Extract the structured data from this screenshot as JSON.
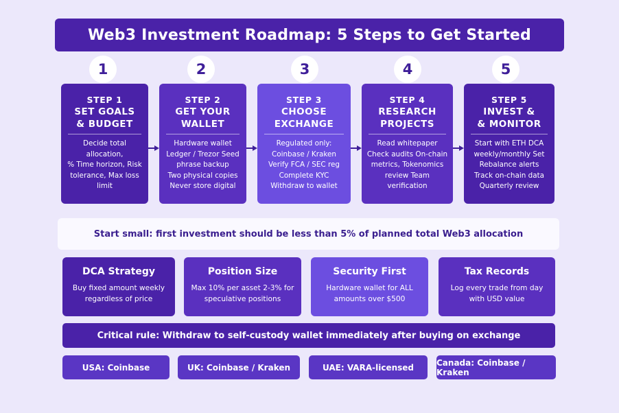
{
  "title": "Web3 Investment Roadmap: 5 Steps to Get Started",
  "steps": [
    {
      "num": "1",
      "label": "STEP 1",
      "title": "SET GOALS\n& BUDGET",
      "desc": "Decide total allocation,\n% Time horizon, Risk\ntolerance, Max loss\nlimit",
      "color": "#4a22a8"
    },
    {
      "num": "2",
      "label": "STEP 2",
      "title": "GET YOUR\nWALLET",
      "desc": "Hardware wallet\nLedger / Trezor Seed\nphrase backup\nTwo physical copies\nNever store digital",
      "color": "#5a30bf"
    },
    {
      "num": "3",
      "label": "STEP 3",
      "title": "CHOOSE\nEXCHANGE",
      "desc": "Regulated only:\nCoinbase / Kraken\nVerify FCA / SEC reg\nComplete KYC\nWithdraw to wallet",
      "color": "#6c4ee0"
    },
    {
      "num": "4",
      "label": "STEP 4",
      "title": "RESEARCH\nPROJECTS",
      "desc": "Read whitepaper\nCheck audits On-chain\nmetrics, Tokenomics\nreview Team\nverification",
      "color": "#5a30bf"
    },
    {
      "num": "5",
      "label": "STEP 5",
      "title": "INVEST &\n& MONITOR",
      "desc": "Start with ETH DCA\nweekly/monthly Set\nRebalance alerts\nTrack on-chain data\nQuarterly review",
      "color": "#4a22a8"
    }
  ],
  "tip": "Start small: first investment should be less than 5% of planned total Web3 allocation",
  "cards": [
    {
      "title": "DCA Strategy",
      "desc": "Buy fixed amount weekly\nregardless of price",
      "color": "#4a22a8"
    },
    {
      "title": "Position Size",
      "desc": "Max 10% per asset 2-3% for\nspeculative positions",
      "color": "#5a30bf"
    },
    {
      "title": "Security First",
      "desc": "Hardware wallet for ALL\namounts over $500",
      "color": "#6c4ee0"
    },
    {
      "title": "Tax Records",
      "desc": "Log every trade from day\nwith USD value",
      "color": "#5a30bf"
    }
  ],
  "critical_rule": "Critical rule: Withdraw to self-custody wallet immediately after buying on exchange",
  "regions": [
    "USA: Coinbase",
    "UK: Coinbase / Kraken",
    "UAE: VARA-licensed",
    "Canada: Coinbase / Kraken"
  ],
  "arrow_color": "#3f1f99"
}
